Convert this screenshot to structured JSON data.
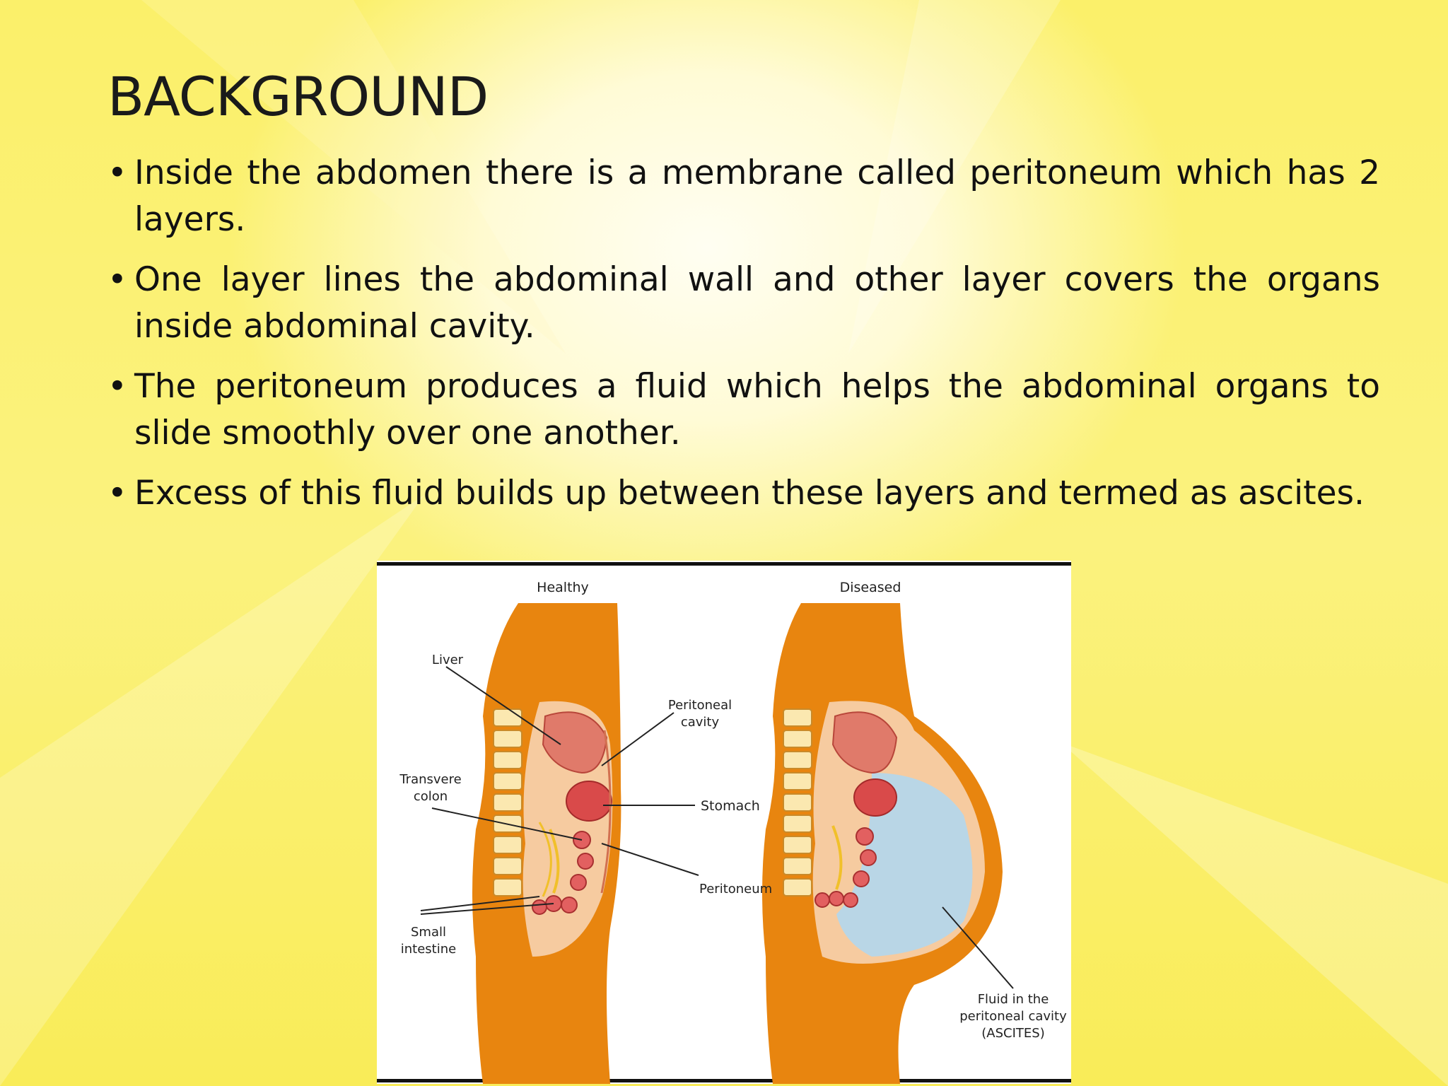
{
  "slide": {
    "title": "BACKGROUND",
    "bullets": [
      "Inside the abdomen there is a membrane called peritoneum which has 2 layers.",
      "One layer lines the abdominal wall and other layer covers the organs inside abdominal cavity.",
      "The peritoneum produces a fluid which helps the abdominal organs to slide smoothly over one another.",
      "Excess of this fluid builds up between these layers and termed as ascites."
    ]
  },
  "figure": {
    "healthy_label": "Healthy",
    "diseased_label": "Diseased",
    "labels": {
      "liver": "Liver",
      "peritoneal_cavity_1": "Peritoneal",
      "peritoneal_cavity_2": "cavity",
      "transverse_colon_1": "Transvere",
      "transverse_colon_2": "colon",
      "stomach": "Stomach",
      "peritoneum": "Peritoneum",
      "small_intestine_1": "Small",
      "small_intestine_2": "intestine",
      "fluid_1": "Fluid in the",
      "fluid_2": "peritoneal cavity",
      "fluid_3": "(ASCITES)"
    }
  },
  "colors": {
    "body_orange": "#e8850f",
    "tissue": "#f6cba0",
    "organ_red": "#e06a5c",
    "fluid_blue": "#b9d6e6"
  }
}
